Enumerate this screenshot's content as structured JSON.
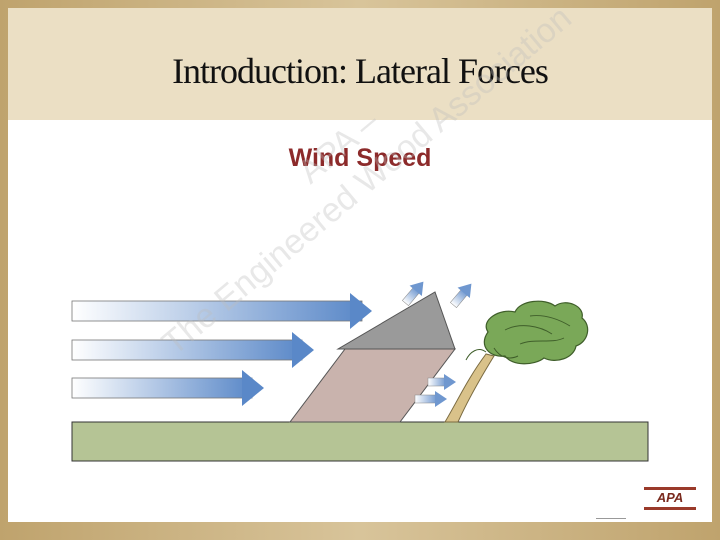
{
  "slide": {
    "title": "Introduction: Lateral Forces",
    "subtitle": "Wind Speed",
    "watermark_line1": "APA –",
    "watermark_line2": "The Engineered Wood Association",
    "logo_text": "APA"
  },
  "colors": {
    "title_bar": "#ebdfc4",
    "subtitle": "#8c2a2a",
    "ground": "#b5c495",
    "roof": "#9a9a9a",
    "wall": "#c9b3ad",
    "tree_foliage": "#7aa858",
    "wind_arrow": "#5a88c8"
  },
  "icons": [
    "wind-arrow",
    "building",
    "tree",
    "apa-logo"
  ]
}
